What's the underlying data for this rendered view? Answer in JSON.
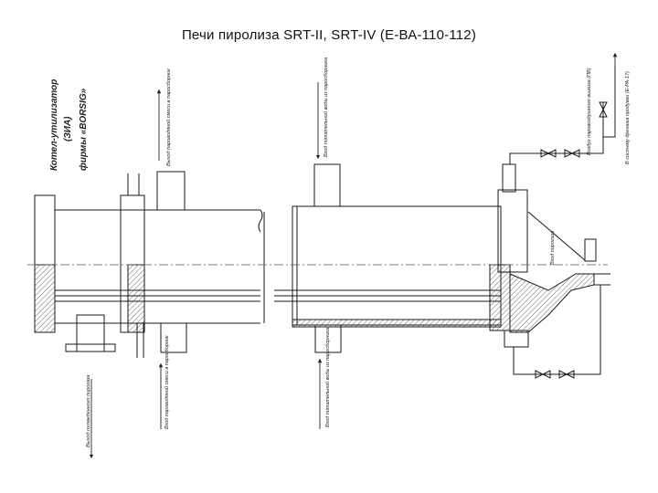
{
  "slide": {
    "title": "Печи пиролиза SRT-II, SRT-IV (Е-ВА-110-112)"
  },
  "boiler_title": {
    "line1": "Котел-утилизатор",
    "line2": "(ЗИА)",
    "line3": "фирмы «BORSIG»"
  },
  "labels": {
    "gas_outlet_cooled": "Выход охлажденного пирогаза",
    "steam_water_out": "Выход пароводяной смеси в паросборник",
    "steam_water_in": "Вход пароводяной смеси в паросборник",
    "feed_water_top": "Вход питательной воды из паросборника",
    "feed_water_bottom": "Вход питательной воды из паросборника",
    "pyrogas_inlet": "Вход пирогаза",
    "decoking_air": "Воздух паровоздушного выжига (ПВ)",
    "to_drain_system": "В систему дренажа продувки (Е-РА-17)"
  },
  "colors": {
    "line": "#1a1a1a",
    "hatch": "#444444",
    "center_line": "#555555"
  }
}
